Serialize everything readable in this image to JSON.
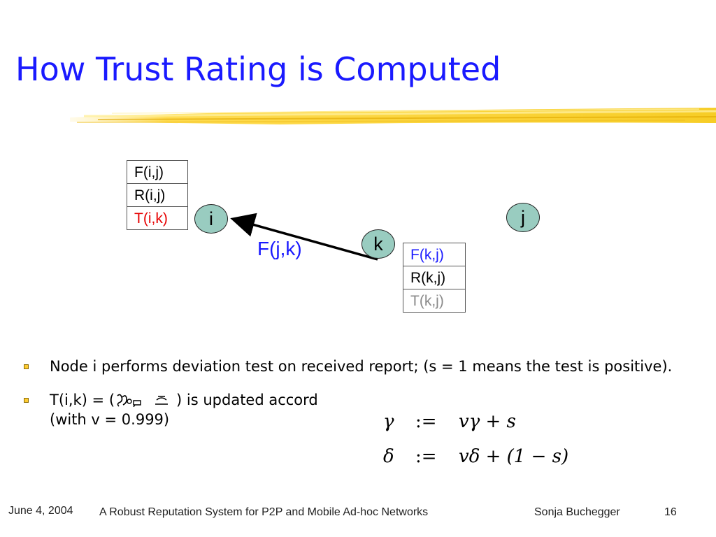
{
  "slide": {
    "title": "How Trust Rating is Computed"
  },
  "diagram": {
    "table_i": [
      {
        "text": "F(i,j)",
        "color": "#000000"
      },
      {
        "text": "R(i,j)",
        "color": "#000000"
      },
      {
        "text": "T(i,k)",
        "color": "#e60000"
      }
    ],
    "table_k": [
      {
        "text": "F(k,j)",
        "color": "#1a1aff"
      },
      {
        "text": "R(k,j)",
        "color": "#000000"
      },
      {
        "text": "T(k,j)",
        "color": "#8a8a8a"
      }
    ],
    "nodes": {
      "i": "i",
      "j": "j",
      "k": "k"
    },
    "edge_label": "F(j,k)",
    "node_fill": "#99ccc0",
    "accent": "#1a1aff"
  },
  "bullets": [
    {
      "text": "Node i performs deviation test on received report; (s = 1 means the test is positive)."
    },
    {
      "line1_prefix": "T(i,k) = (",
      "line1_suffix": ") is updated accord",
      "line2": "(with v = 0.999)"
    }
  ],
  "equations": [
    {
      "lhs": "γ",
      "assign": ":=",
      "rhs": "vγ + s"
    },
    {
      "lhs": "δ",
      "assign": ":=",
      "rhs": "vδ + (1 − s)"
    }
  ],
  "footer": {
    "date": "June 4, 2004",
    "title": "A Robust Reputation System for P2P and   Mobile Ad-hoc Networks",
    "author": "Sonja Buchegger",
    "page": "16"
  }
}
